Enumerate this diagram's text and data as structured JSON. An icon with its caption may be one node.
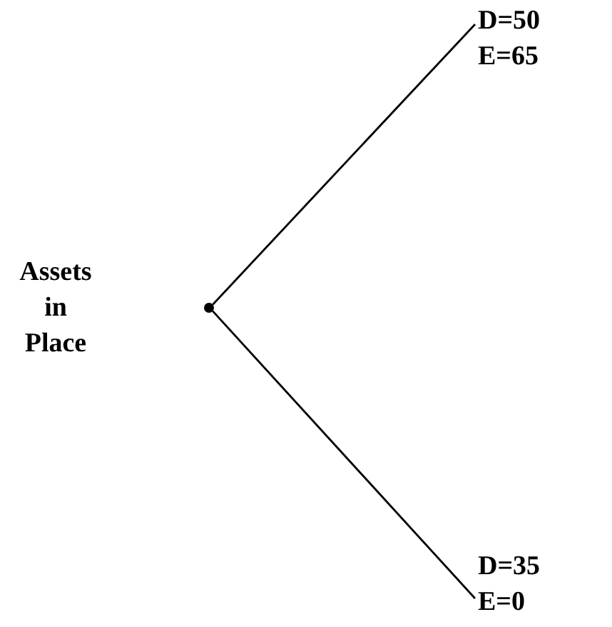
{
  "diagram": {
    "nodes": [
      {
        "text": [
          "D=50 E=65"
        ]
      },
      {
        "text": [],
        "shape": "circle"
      },
      {
        "text": [
          "D=35 E=0"
        ]
      }
    ],
    "edges": [
      {
        "from": 1,
        "to": 0,
        "arrow": "none"
      },
      {
        "from": 1,
        "to": 2,
        "arrow": "none"
      }
    ],
    "labels": [
      "Assets in Place"
    ]
  }
}
